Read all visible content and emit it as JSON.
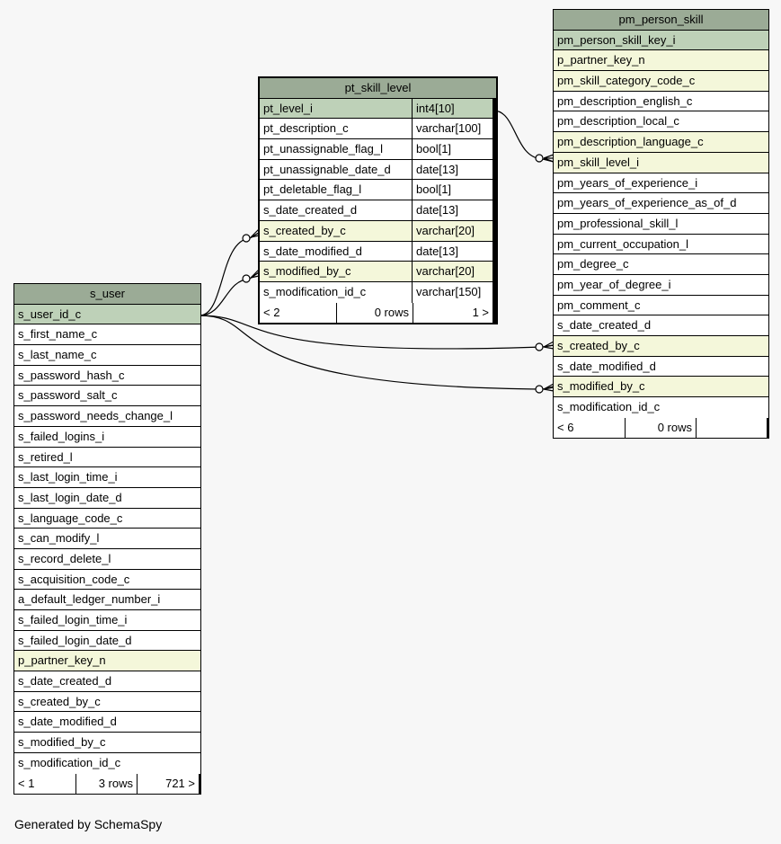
{
  "tables": {
    "pt_skill_level": {
      "name": "pt_skill_level",
      "columns": [
        {
          "name": "pt_level_i",
          "type": "int4[10]",
          "kind": "pk"
        },
        {
          "name": "pt_description_c",
          "type": "varchar[100]",
          "kind": ""
        },
        {
          "name": "pt_unassignable_flag_l",
          "type": "bool[1]",
          "kind": ""
        },
        {
          "name": "pt_unassignable_date_d",
          "type": "date[13]",
          "kind": ""
        },
        {
          "name": "pt_deletable_flag_l",
          "type": "bool[1]",
          "kind": ""
        },
        {
          "name": "s_date_created_d",
          "type": "date[13]",
          "kind": ""
        },
        {
          "name": "s_created_by_c",
          "type": "varchar[20]",
          "kind": "fk"
        },
        {
          "name": "s_date_modified_d",
          "type": "date[13]",
          "kind": ""
        },
        {
          "name": "s_modified_by_c",
          "type": "varchar[20]",
          "kind": "fk"
        },
        {
          "name": "s_modification_id_c",
          "type": "varchar[150]",
          "kind": ""
        }
      ],
      "footer": {
        "parents": "< 2",
        "rows": "0 rows",
        "children": "1 >"
      }
    },
    "pm_person_skill": {
      "name": "pm_person_skill",
      "columns": [
        {
          "name": "pm_person_skill_key_i",
          "kind": "pk"
        },
        {
          "name": "p_partner_key_n",
          "kind": "fk"
        },
        {
          "name": "pm_skill_category_code_c",
          "kind": "fk"
        },
        {
          "name": "pm_description_english_c",
          "kind": ""
        },
        {
          "name": "pm_description_local_c",
          "kind": ""
        },
        {
          "name": "pm_description_language_c",
          "kind": "fk"
        },
        {
          "name": "pm_skill_level_i",
          "kind": "fk"
        },
        {
          "name": "pm_years_of_experience_i",
          "kind": ""
        },
        {
          "name": "pm_years_of_experience_as_of_d",
          "kind": ""
        },
        {
          "name": "pm_professional_skill_l",
          "kind": ""
        },
        {
          "name": "pm_current_occupation_l",
          "kind": ""
        },
        {
          "name": "pm_degree_c",
          "kind": ""
        },
        {
          "name": "pm_year_of_degree_i",
          "kind": ""
        },
        {
          "name": "pm_comment_c",
          "kind": ""
        },
        {
          "name": "s_date_created_d",
          "kind": ""
        },
        {
          "name": "s_created_by_c",
          "kind": "fk"
        },
        {
          "name": "s_date_modified_d",
          "kind": ""
        },
        {
          "name": "s_modified_by_c",
          "kind": "fk"
        },
        {
          "name": "s_modification_id_c",
          "kind": ""
        }
      ],
      "footer": {
        "parents": "< 6",
        "rows": "0 rows",
        "children": ""
      }
    },
    "s_user": {
      "name": "s_user",
      "columns": [
        {
          "name": "s_user_id_c",
          "kind": "pk"
        },
        {
          "name": "s_first_name_c",
          "kind": ""
        },
        {
          "name": "s_last_name_c",
          "kind": ""
        },
        {
          "name": "s_password_hash_c",
          "kind": ""
        },
        {
          "name": "s_password_salt_c",
          "kind": ""
        },
        {
          "name": "s_password_needs_change_l",
          "kind": ""
        },
        {
          "name": "s_failed_logins_i",
          "kind": ""
        },
        {
          "name": "s_retired_l",
          "kind": ""
        },
        {
          "name": "s_last_login_time_i",
          "kind": ""
        },
        {
          "name": "s_last_login_date_d",
          "kind": ""
        },
        {
          "name": "s_language_code_c",
          "kind": ""
        },
        {
          "name": "s_can_modify_l",
          "kind": ""
        },
        {
          "name": "s_record_delete_l",
          "kind": ""
        },
        {
          "name": "s_acquisition_code_c",
          "kind": ""
        },
        {
          "name": "a_default_ledger_number_i",
          "kind": ""
        },
        {
          "name": "s_failed_login_time_i",
          "kind": ""
        },
        {
          "name": "s_failed_login_date_d",
          "kind": ""
        },
        {
          "name": "p_partner_key_n",
          "kind": "fk"
        },
        {
          "name": "s_date_created_d",
          "kind": ""
        },
        {
          "name": "s_created_by_c",
          "kind": ""
        },
        {
          "name": "s_date_modified_d",
          "kind": ""
        },
        {
          "name": "s_modified_by_c",
          "kind": ""
        },
        {
          "name": "s_modification_id_c",
          "kind": ""
        }
      ],
      "footer": {
        "parents": "< 1",
        "rows": "3 rows",
        "children": "721 >"
      }
    }
  },
  "footer_text": "Generated by SchemaSpy",
  "colors": {
    "header": "#9bab96",
    "pk": "#bed1b8",
    "fk": "#f4f7da",
    "background": "#f7f7f7"
  }
}
